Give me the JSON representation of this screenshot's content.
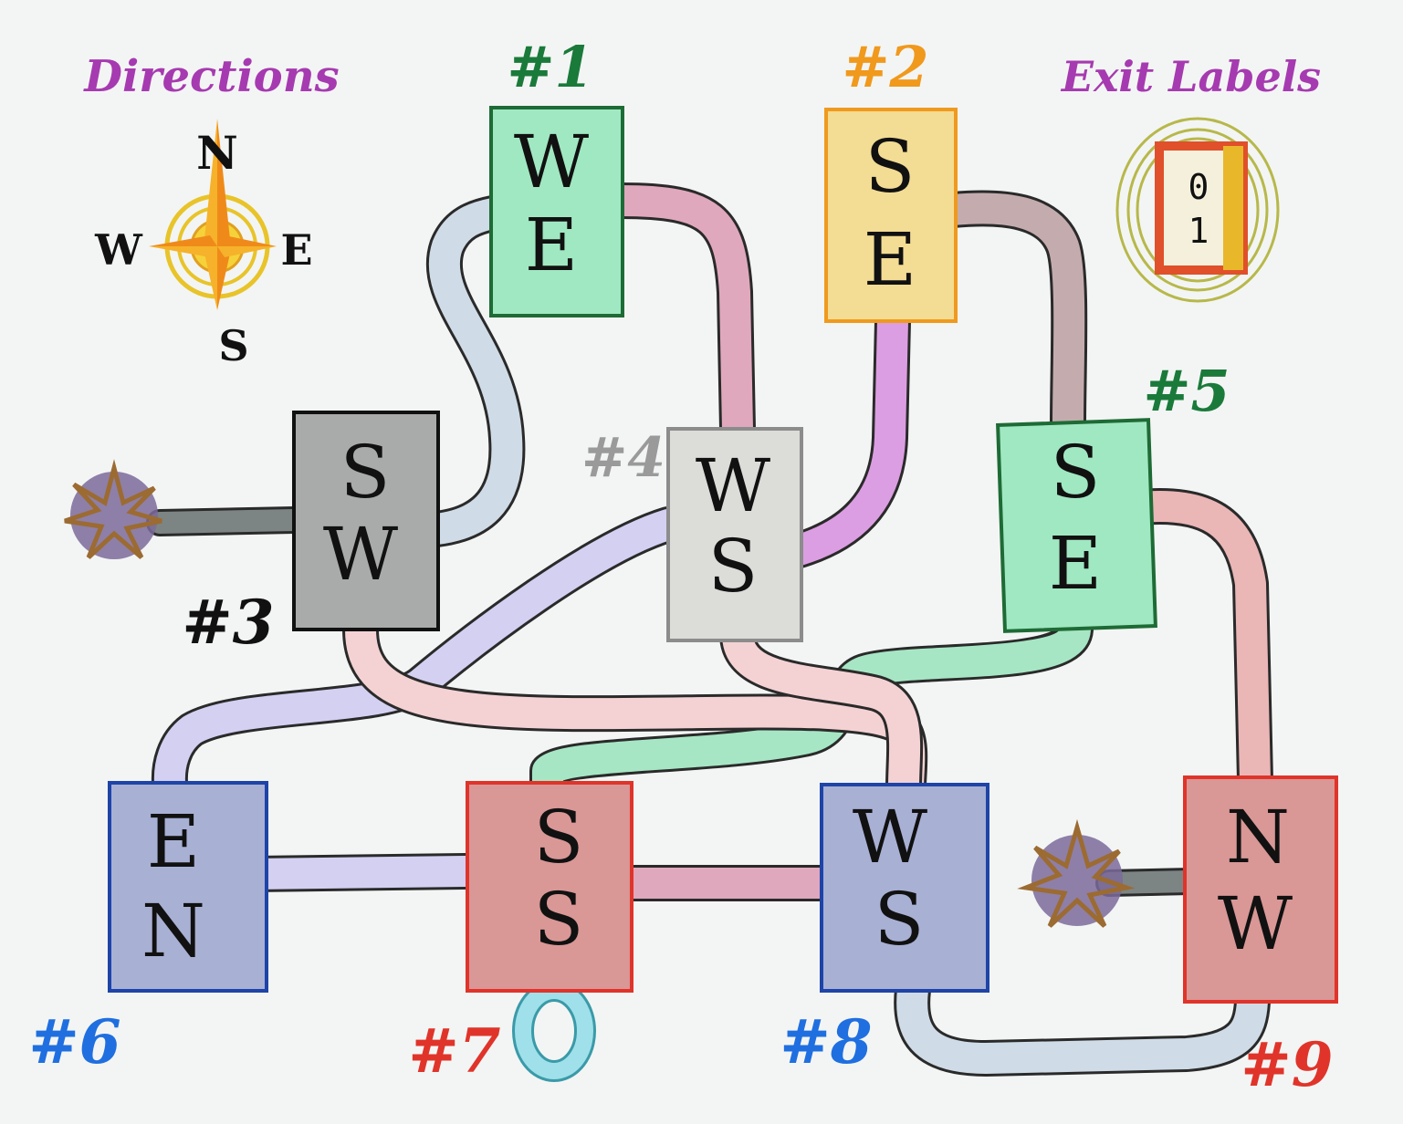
{
  "directions": {
    "title": "Directions",
    "n": "N",
    "e": "E",
    "s": "S",
    "w": "W"
  },
  "exit_labels": {
    "title": "Exit Labels",
    "top": "0",
    "bottom": "1"
  },
  "rooms": [
    {
      "id": "1",
      "label": "#1",
      "exits": [
        "W",
        "E"
      ],
      "fill": "#a0e8c2",
      "stroke": "#1e6b35",
      "label_color": "#1a7a3a"
    },
    {
      "id": "2",
      "label": "#2",
      "exits": [
        "S",
        "E"
      ],
      "fill": "#f3dc93",
      "stroke": "#ef9a1e",
      "label_color": "#f0991c"
    },
    {
      "id": "3",
      "label": "#3",
      "exits": [
        "S",
        "W"
      ],
      "fill": "#a9abab",
      "stroke": "#111111",
      "label_color": "#111111"
    },
    {
      "id": "4",
      "label": "#4",
      "exits": [
        "W",
        "S"
      ],
      "fill": "#dcdcd8",
      "stroke": "#8c8c8c",
      "label_color": "#9a9a9a"
    },
    {
      "id": "5",
      "label": "#5",
      "exits": [
        "S",
        "E"
      ],
      "fill": "#a0e8c2",
      "stroke": "#1e6b35",
      "label_color": "#1a7a3a"
    },
    {
      "id": "6",
      "label": "#6",
      "exits": [
        "E",
        "N"
      ],
      "fill": "#a8b0d4",
      "stroke": "#1e44a8",
      "label_color": "#1f6fe0"
    },
    {
      "id": "7",
      "label": "#7",
      "exits": [
        "S",
        "S"
      ],
      "fill": "#d99796",
      "stroke": "#e0342a",
      "label_color": "#e0342a"
    },
    {
      "id": "8",
      "label": "#8",
      "exits": [
        "W",
        "S"
      ],
      "fill": "#a8b0d4",
      "stroke": "#1e44a8",
      "label_color": "#1f6fe0"
    },
    {
      "id": "9",
      "label": "#9",
      "exits": [
        "N",
        "W"
      ],
      "fill": "#d99796",
      "stroke": "#e0342a",
      "label_color": "#e0342a"
    }
  ],
  "colors": {
    "pipe_blue": "#cfdbe6",
    "pipe_pink": "#e0a8bd",
    "pipe_taupe": "#c4acae",
    "pipe_violet": "#dc9ee2",
    "pipe_salmon": "#eab6b6",
    "pipe_lavender": "#d3d0f2",
    "pipe_green": "#a6e6c4",
    "pipe_gray": "#7c8584",
    "pipe_cyan": "#9fe0ea",
    "star_fill": "#7b6a9a",
    "star_stroke": "#9c6b32",
    "title_purple": "#a63ab0"
  }
}
